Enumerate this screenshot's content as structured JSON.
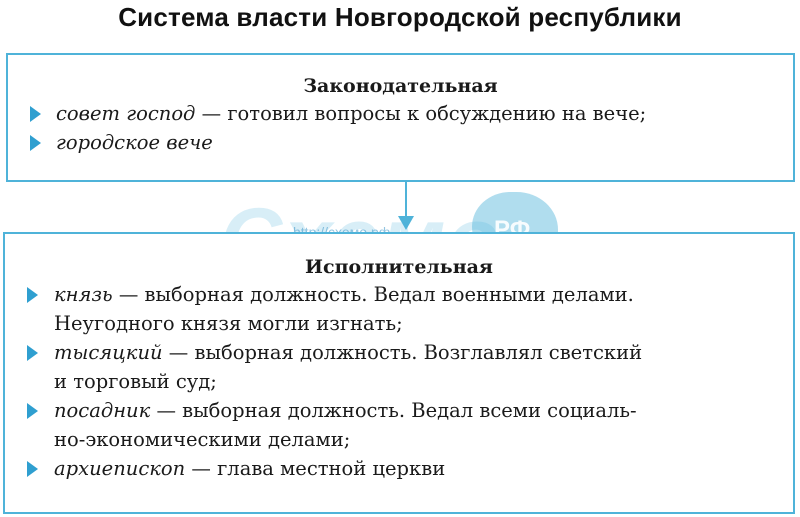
{
  "title": "Система власти Новгородской республики",
  "legislative": {
    "heading": "Законодательная",
    "items": [
      {
        "term": "совет господ",
        "text": " — готовил вопросы к обсуждению на вече;"
      },
      {
        "term": "городское вече",
        "text": ""
      }
    ]
  },
  "executive": {
    "heading": "Исполнительная",
    "items": [
      {
        "term": "князь",
        "text": " — выборная должность. Ведал военными делами.",
        "text2": "Неугодного князя могли изгнать;"
      },
      {
        "term": "тысяцкий",
        "text": " — выборная должность. Возглавлял светский",
        "text2": "и торговый суд;"
      },
      {
        "term": "посадник",
        "text": " — выборная должность. Ведал всеми социаль-",
        "text2": "но-экономическими делами;"
      },
      {
        "term": "архиепископ",
        "text": " — глава местной церкви",
        "text2": ""
      }
    ]
  },
  "watermark": {
    "logo_text": "Схемо",
    "url": "http://схемо.рф",
    "badge": "РФ"
  },
  "colors": {
    "box_border": "#4fb3d9",
    "marker": "#2f9fd0",
    "arrow": "#4fb3d9",
    "text": "#1a1a1a"
  }
}
